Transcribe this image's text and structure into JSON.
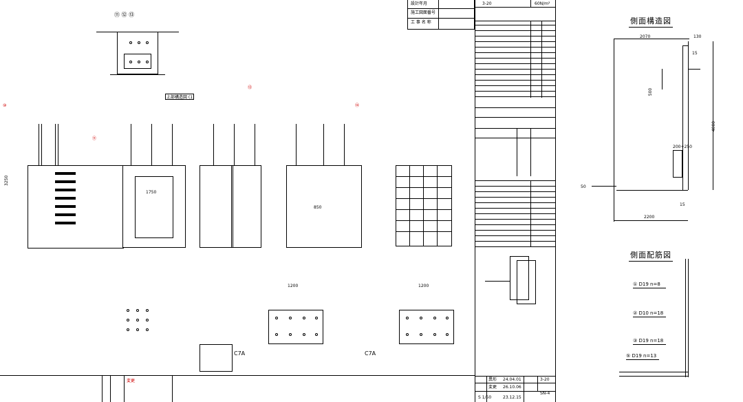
{
  "table": {
    "row1": "設計年月",
    "row2": "施工図面番号",
    "row3": "工 事 名 称",
    "drawing_no": "3-20",
    "strength": "60N/m²"
  },
  "views": {
    "side_structure": "側面構造図",
    "side_rebar": "側面配筋図"
  },
  "side_structure_dims": {
    "top_width": "2070",
    "right_w": "130",
    "dim_15": "15",
    "dim_500": "500",
    "dim_4000": "4000",
    "dim_200": "200+250",
    "dim_50": "50",
    "dim_2200": "2200",
    "dim_15b": "15"
  },
  "rebar_labels": [
    "① D19 n=8",
    "② D10 n=18",
    "③ D19 n=18",
    "⑤ D19 n=13"
  ],
  "title_block": {
    "label1": "異形",
    "date1": "24.04.01",
    "sheet": "3-20",
    "label2": "変更",
    "date2": "26.10.06",
    "label3": "S 1/50",
    "ref": "SN-4",
    "stamp": "23.12.15"
  },
  "sections": {
    "c7a_left": "C7A",
    "c7a_right": "C7A",
    "plan_label": "上部構造図 (1)"
  },
  "dims": {
    "d1200a": "1200",
    "d1200b": "1200",
    "d3250": "3250",
    "d1750": "1750",
    "d850": "850"
  }
}
